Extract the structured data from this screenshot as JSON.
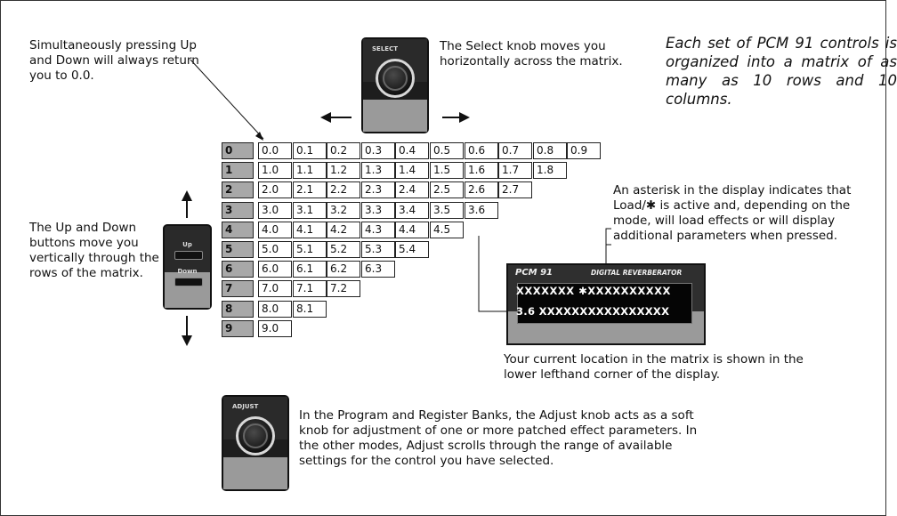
{
  "intro_text": "Each set of PCM 91 controls is organized into a matrix of as many as 10 rows and 10 columns.",
  "note_up_down": "Simultaneously pressing Up and Down will always return you to 0.0.",
  "note_select": "The Select knob moves you horizontally across the matrix.",
  "note_vertical": "The Up and Down buttons move you vertically through the rows of the matrix.",
  "note_asterisk": "An asterisk in the display indicates that Load/✱ is active and, depending on the mode, will load effects or will display additional parameters when pressed.",
  "note_location": "Your current location in the matrix is shown in the lower lefthand corner of the display.",
  "note_adjust": "In the Program and Register Banks, the Adjust knob acts as a soft knob for adjustment of one or more patched effect parameters. In the other modes, Adjust scrolls through the range of available settings for the control you have selected.",
  "select_knob": {
    "label": "SELECT"
  },
  "adjust_knob": {
    "label": "ADJUST"
  },
  "updown": {
    "up_label": "Up",
    "down_label": "Down"
  },
  "display": {
    "brand": "PCM 91",
    "subtitle": "DIGITAL REVERBERATOR",
    "line1": "XXXXXXX  ✱XXXXXXXXXX",
    "line2": "3.6 XXXXXXXXXXXXXXXX"
  },
  "matrix": {
    "rows": [
      {
        "label": "0",
        "cells": [
          "0.0",
          "0.1",
          "0.2",
          "0.3",
          "0.4",
          "0.5",
          "0.6",
          "0.7",
          "0.8",
          "0.9"
        ]
      },
      {
        "label": "1",
        "cells": [
          "1.0",
          "1.1",
          "1.2",
          "1.3",
          "1.4",
          "1.5",
          "1.6",
          "1.7",
          "1.8"
        ]
      },
      {
        "label": "2",
        "cells": [
          "2.0",
          "2.1",
          "2.2",
          "2.3",
          "2.4",
          "2.5",
          "2.6",
          "2.7"
        ]
      },
      {
        "label": "3",
        "cells": [
          "3.0",
          "3.1",
          "3.2",
          "3.3",
          "3.4",
          "3.5",
          "3.6"
        ]
      },
      {
        "label": "4",
        "cells": [
          "4.0",
          "4.1",
          "4.2",
          "4.3",
          "4.4",
          "4.5"
        ]
      },
      {
        "label": "5",
        "cells": [
          "5.0",
          "5.1",
          "5.2",
          "5.3",
          "5.4"
        ]
      },
      {
        "label": "6",
        "cells": [
          "6.0",
          "6.1",
          "6.2",
          "6.3"
        ]
      },
      {
        "label": "7",
        "cells": [
          "7.0",
          "7.1",
          "7.2"
        ]
      },
      {
        "label": "8",
        "cells": [
          "8.0",
          "8.1"
        ]
      },
      {
        "label": "9",
        "cells": [
          "9.0"
        ]
      }
    ]
  }
}
